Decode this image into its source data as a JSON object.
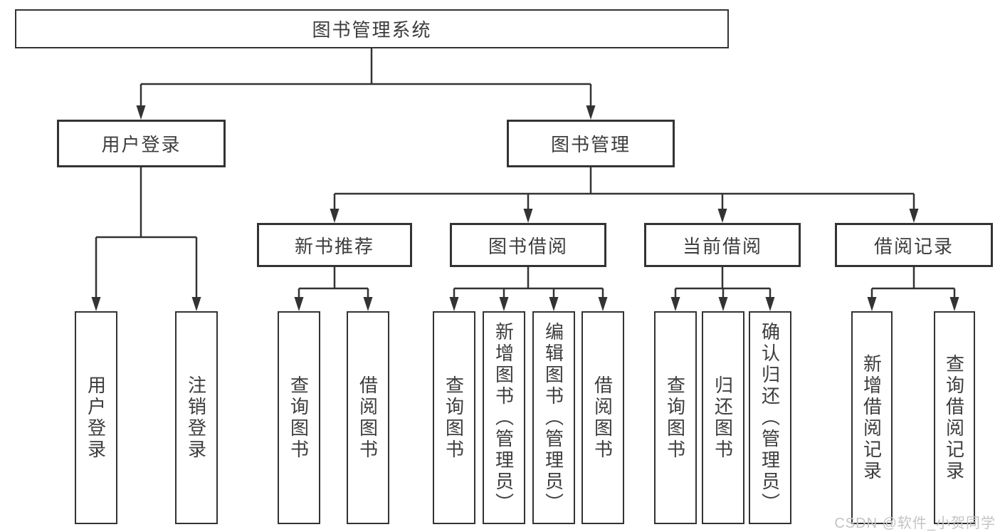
{
  "tree": {
    "root": "图书管理系统",
    "level2": {
      "user_login": "用户登录",
      "book_management": "图书管理"
    },
    "level3": {
      "new_book_recommend": "新书推荐",
      "book_borrow": "图书借阅",
      "current_borrow": "当前借阅",
      "borrow_records": "借阅记录"
    },
    "leaves": {
      "user_login": {
        "login": "用户登录",
        "logout": "注销登录"
      },
      "new_book_recommend": {
        "query_books": "查询图书",
        "borrow_books": "借阅图书"
      },
      "book_borrow": {
        "query_books": "查询图书",
        "add_books": "新增图书（管理员）",
        "edit_books": "编辑图书（管理员）",
        "borrow_books": "借阅图书"
      },
      "current_borrow": {
        "query_books": "查询图书",
        "return_books": "归还图书",
        "confirm_return": "确认归还（管理员）"
      },
      "borrow_records": {
        "add_record": "新增借阅记录",
        "query_record": "查询借阅记录"
      }
    }
  },
  "watermark": "CSDN @软件_小贺同学",
  "colors": {
    "line": "#333333",
    "text": "#3d3d3d",
    "watermark": "#c4c4c4",
    "background": "#ffffff"
  }
}
